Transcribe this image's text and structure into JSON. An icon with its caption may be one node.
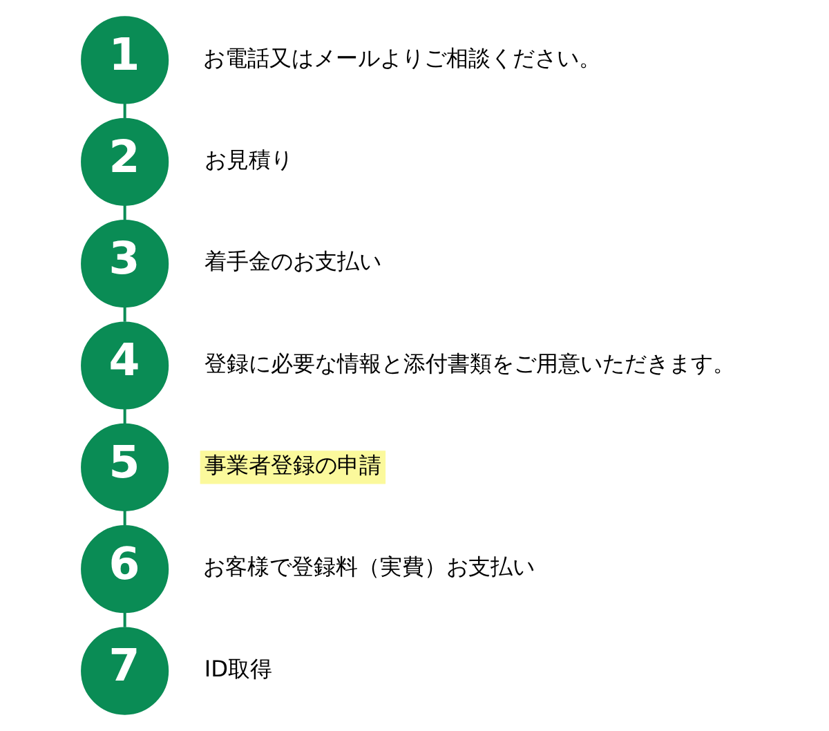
{
  "diagram": {
    "nodes": [
      {
        "text": [
          "1"
        ],
        "beside": [
          "お電話又はメールよりご相談ください。"
        ]
      },
      {
        "text": [
          "2"
        ],
        "beside": [
          "お見積り"
        ]
      },
      {
        "text": [
          "3"
        ],
        "beside": [
          "着手金のお支払い"
        ]
      },
      {
        "text": [
          "4"
        ],
        "beside": [
          "登録に必要な情報と添付書類をご用意いただきます。"
        ]
      },
      {
        "text": [
          "5"
        ],
        "beside": [
          "事業者登録の申請"
        ]
      },
      {
        "text": [
          "6"
        ],
        "beside": [
          "お客様で登録料（実費）お支払い"
        ]
      },
      {
        "text": [
          "7"
        ],
        "beside": [
          "ID取得"
        ]
      }
    ],
    "edges": [
      {
        "from": 0,
        "to": 1,
        "arrow": "none"
      },
      {
        "from": 1,
        "to": 2,
        "arrow": "none"
      },
      {
        "from": 2,
        "to": 3,
        "arrow": "none"
      },
      {
        "from": 3,
        "to": 4,
        "arrow": "none"
      },
      {
        "from": 4,
        "to": 5,
        "arrow": "none"
      },
      {
        "from": 5,
        "to": 6,
        "arrow": "none"
      }
    ]
  }
}
